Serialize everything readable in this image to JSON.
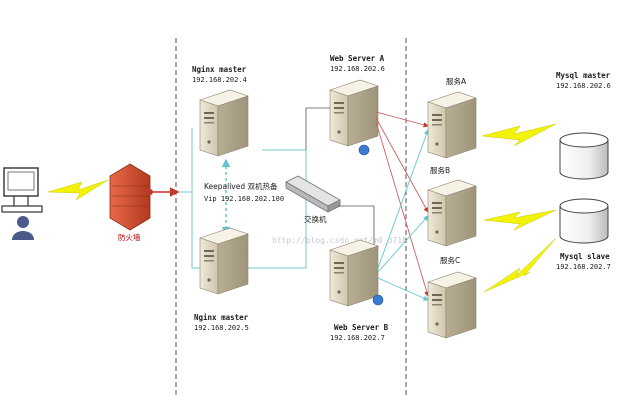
{
  "client": {
    "icon": "user-computer-icon"
  },
  "firewall": {
    "label": "防火墙",
    "color": "#d9532c"
  },
  "nginx_a": {
    "title": "Nginx master",
    "ip": "192.168.202.4"
  },
  "nginx_b": {
    "title": "Nginx master",
    "ip": "192.168.202.5"
  },
  "keepalived": {
    "line1": "Keepalived 双机热备",
    "line2": "Vip  192.168.202.100"
  },
  "switch": {
    "label": "交换机"
  },
  "web_a": {
    "title": "Web Server A",
    "ip": "192.168.202.6"
  },
  "web_b": {
    "title": "Web Server B",
    "ip": "192.168.202.7"
  },
  "services": {
    "a": "服务A",
    "b": "服务B",
    "c": "服务C"
  },
  "mysql_master": {
    "title": "Mysql master",
    "ip": "192.168.202.6"
  },
  "mysql_slave": {
    "title": "Mysql slave",
    "ip": "192.168.202.7"
  },
  "watermark": "http://blog.csdn.net/m0_3718",
  "colors": {
    "arrow_red": "#d62828",
    "link_cyan": "#5fc6cf",
    "lightning": "#f2f20a",
    "dashed": "#555555",
    "server_body": "#ddd5c0"
  }
}
